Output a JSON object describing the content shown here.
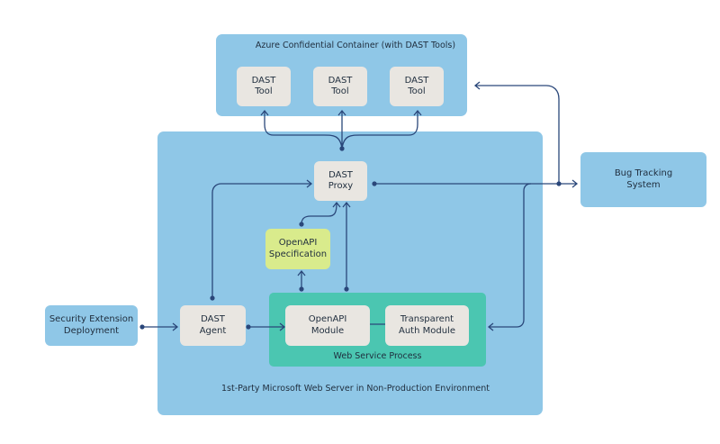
{
  "colors": {
    "zone": "#8fc7e7",
    "node": "#e9e6e1",
    "process": "#4bc6b1",
    "spec": "#d9eb8c",
    "connector": "#2a477a"
  },
  "azure_container": {
    "title": "Azure Confidential Container (with DAST Tools)",
    "tools": [
      "DAST\nTool",
      "DAST\nTool",
      "DAST\nTool"
    ]
  },
  "web_server": {
    "title": "1st-Party Microsoft Web Server in Non-Production Environment"
  },
  "dast_proxy": "DAST\nProxy",
  "openapi_spec": "OpenAPI\nSpecification",
  "dast_agent": "DAST\nAgent",
  "web_service_process": {
    "title": "Web Service Process",
    "openapi_module": "OpenAPI\nModule",
    "auth_module": "Transparent\nAuth Module"
  },
  "security_extension": "Security Extension\nDeployment",
  "bug_tracking": "Bug Tracking\nSystem"
}
